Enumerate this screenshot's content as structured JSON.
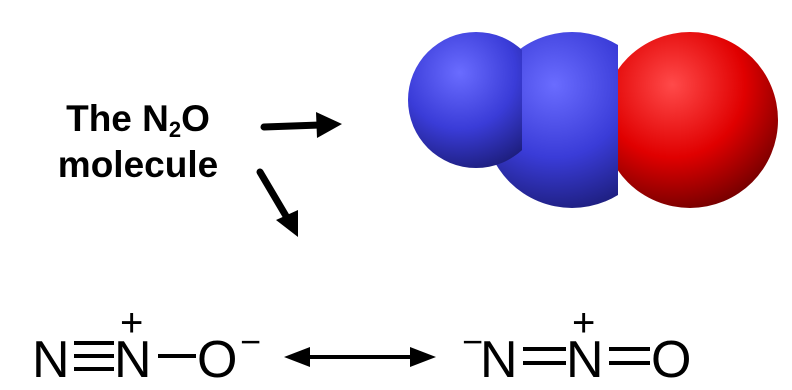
{
  "caption": {
    "line1_prefix": "The N",
    "line1_subscript": "2",
    "line1_suffix": "O",
    "line2": "molecule"
  },
  "resonance_left": {
    "atoms": [
      "N",
      "N",
      "O"
    ],
    "charges": [
      "+",
      "−"
    ]
  },
  "resonance_right": {
    "atoms": [
      "N",
      "N",
      "O"
    ],
    "charges": [
      "−",
      "+"
    ]
  },
  "colors": {
    "nitrogen": "#3b3ee0",
    "oxygen": "#e00000",
    "text": "#000000"
  },
  "icons": {
    "arrow_right": "arrow-right-icon",
    "arrow_down_right": "arrow-down-right-icon",
    "resonance_arrow": "double-headed-arrow-icon"
  }
}
